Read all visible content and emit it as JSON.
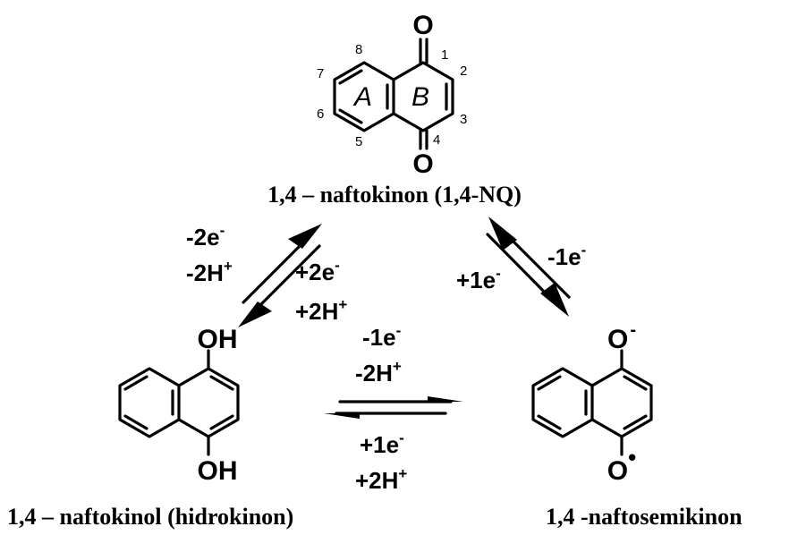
{
  "naphthoquinone": {
    "caption": "1,4 – naftokinon (1,4-NQ)",
    "o_top": "O",
    "o_bottom": "O",
    "ring_a": "A",
    "ring_b": "B",
    "positions": {
      "p1": "1",
      "p2": "2",
      "p3": "3",
      "p4": "4",
      "p5": "5",
      "p6": "6",
      "p7": "7",
      "p8": "8"
    }
  },
  "hydroquinone": {
    "caption": "1,4 – naftokinol (hidrokinon)",
    "oh_top": "OH",
    "oh_bottom": "OH"
  },
  "semiquinone": {
    "caption": "1,4 -naftosemikinon",
    "o_top": "O",
    "o_top_charge": "-",
    "o_bottom": "O",
    "o_bottom_radical": "•"
  },
  "left_equilibrium": {
    "oxidation": {
      "electrons": "-2e",
      "electrons_sup": "-",
      "protons": "-2H",
      "protons_sup": "+"
    },
    "reduction": {
      "electrons": "+2e",
      "electrons_sup": "-",
      "protons": "+2H",
      "protons_sup": "+"
    }
  },
  "right_equilibrium": {
    "oxidation": {
      "electrons": "-1e",
      "electrons_sup": "-"
    },
    "reduction": {
      "electrons": "+1e",
      "electrons_sup": "-"
    }
  },
  "bottom_equilibrium": {
    "oxidation": {
      "electrons": "-1e",
      "electrons_sup": "-",
      "protons": "-2H",
      "protons_sup": "+"
    },
    "reduction": {
      "electrons": "+1e",
      "electrons_sup": "-",
      "protons": "+2H",
      "protons_sup": "+"
    }
  }
}
